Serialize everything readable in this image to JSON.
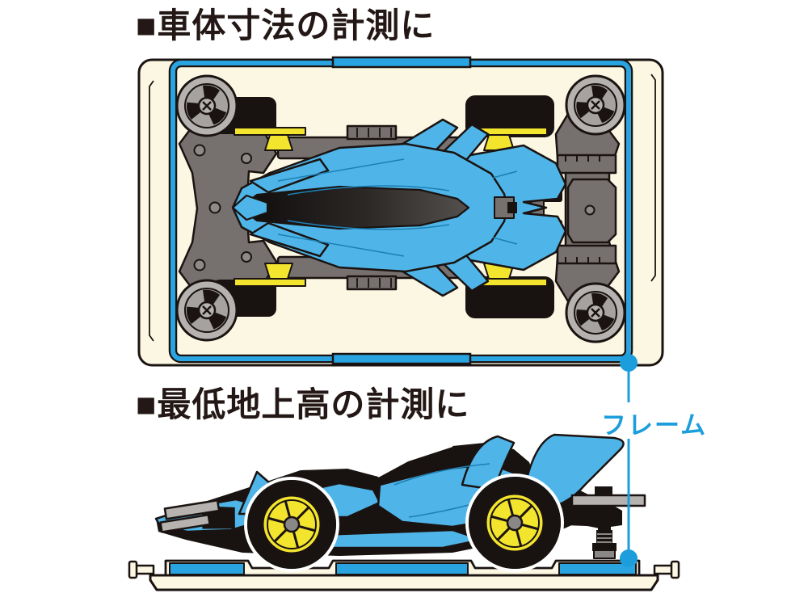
{
  "page": {
    "background": "#FFFFFF"
  },
  "sections": [
    {
      "id": "body-dimensions",
      "heading": "■車体寸法の計測に"
    },
    {
      "id": "ground-clearance",
      "heading": "■最低地上高の計測に"
    }
  ],
  "callout": {
    "label": "フレーム"
  },
  "colors": {
    "heading_text": "#231815",
    "frame_blue": "#29A4E0",
    "callout_blue": "#1C9EDD",
    "car_body_blue": "#4FB5E8",
    "wheel_yellow": "#F3E52E",
    "plate_cream": "#FBF7E3",
    "chassis_gray": "#76716E",
    "roller_gray": "#B5B2AF",
    "outline_black": "#1A1311"
  }
}
